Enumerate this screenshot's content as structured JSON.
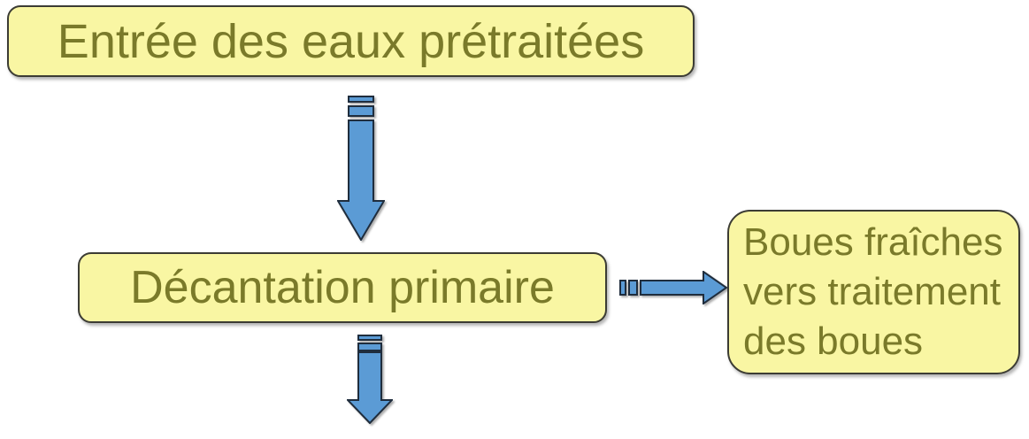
{
  "diagram": {
    "title": "Flowchart of primary wastewater treatment step (French)",
    "nodes": [
      {
        "id": "entree-eaux-pretraitees",
        "label": "Entrée des eaux prétraitées"
      },
      {
        "id": "decantation-primaire",
        "label": "Décantation primaire"
      },
      {
        "id": "boues-fraiches",
        "label": "Boues fraîches vers traitement des boues",
        "lines": [
          "Boues fraîches",
          "vers traitement",
          "des boues"
        ]
      }
    ],
    "connectors": [
      {
        "id": "arrow-down-1",
        "type": "striped-down-arrow",
        "from": "entree-eaux-pretraitees",
        "to": "decantation-primaire"
      },
      {
        "id": "arrow-right-1",
        "type": "striped-right-arrow",
        "from": "decantation-primaire",
        "to": "boues-fraiches"
      },
      {
        "id": "arrow-down-2",
        "type": "striped-down-arrow",
        "from": "decantation-primaire",
        "to": "offscreen-below"
      }
    ]
  },
  "colors": {
    "canvas_bg": "#ffffff",
    "node_fill": "#f9f6a3",
    "node_border": "#3c3c34",
    "node_text": "#7a7a2a",
    "arrow_fill": "#5b9bd5",
    "arrow_outline": "#1f2d3d"
  }
}
